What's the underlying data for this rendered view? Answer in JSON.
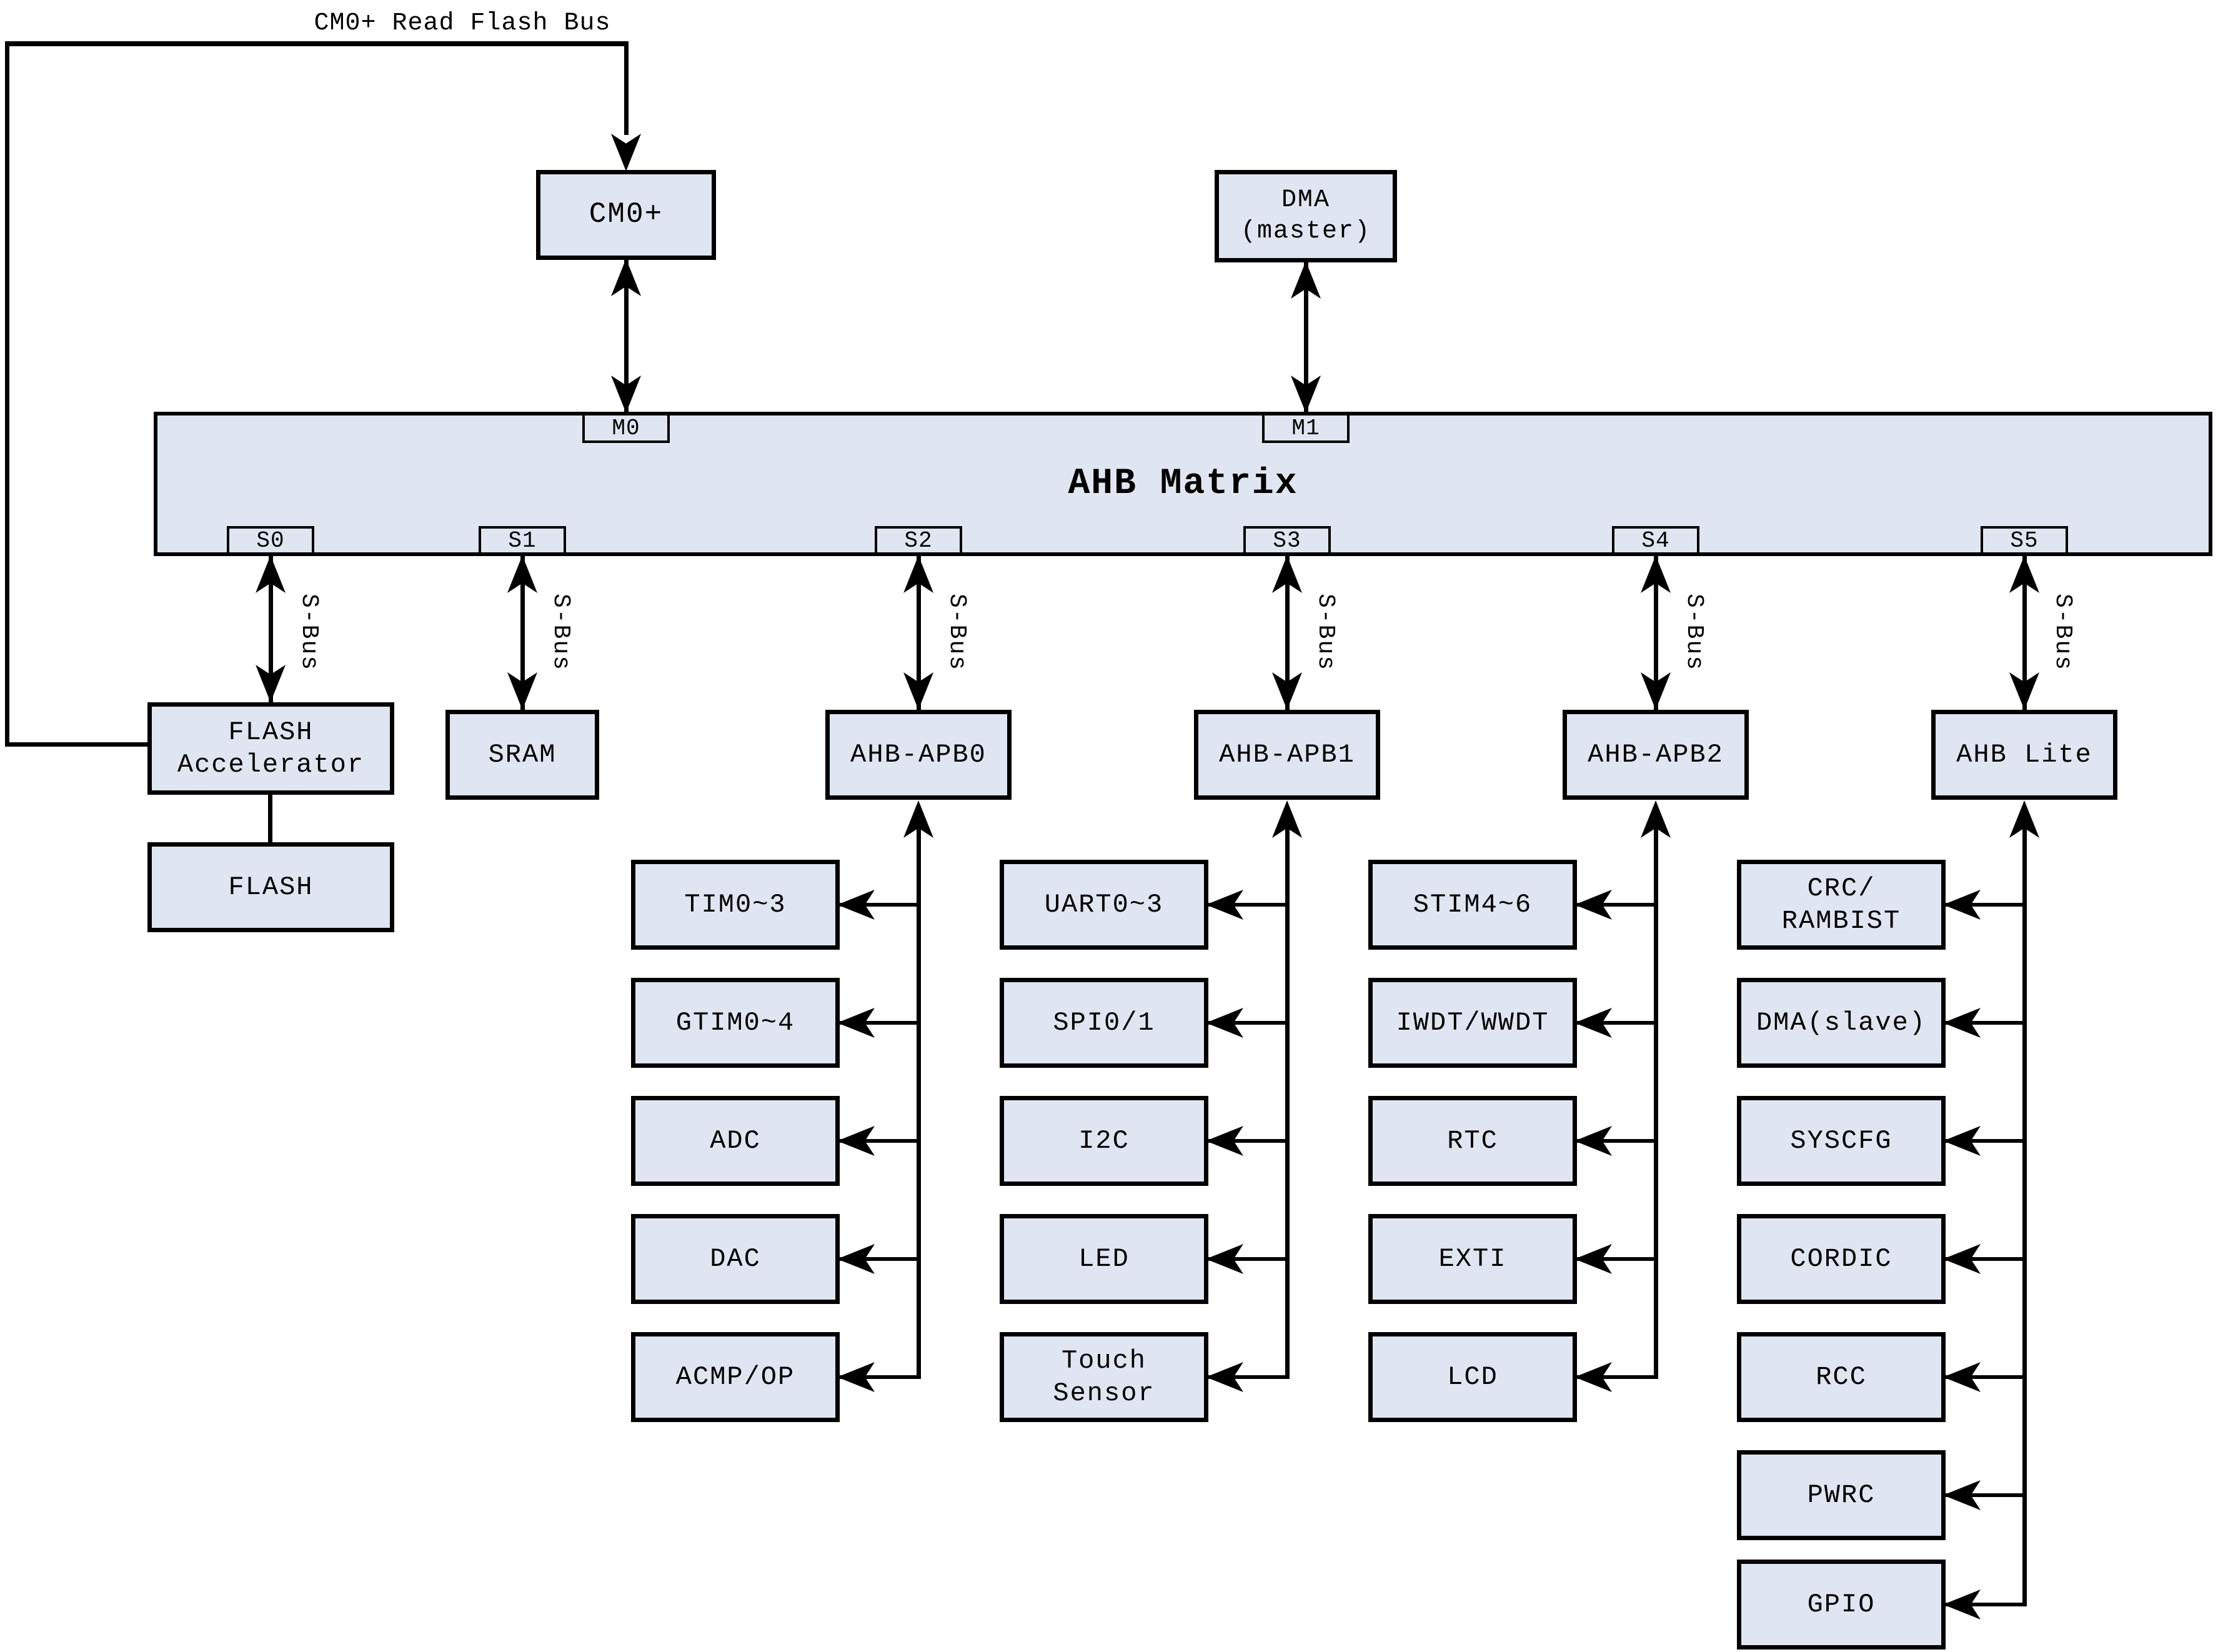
{
  "colors": {
    "box_fill": "#dfe6f1",
    "line": "#000000"
  },
  "top_loop": {
    "label": "CM0+ Read Flash Bus"
  },
  "masters": {
    "cm0_label": "CM0+",
    "dma_label": "DMA\n(master)"
  },
  "matrix": {
    "title": "AHB Matrix",
    "m_ports": [
      "M0",
      "M1"
    ],
    "s_ports": [
      "S0",
      "S1",
      "S2",
      "S3",
      "S4",
      "S5"
    ],
    "sbus_label": "S-Bus"
  },
  "slaves": {
    "flash_accelerator": "FLASH\nAccelerator",
    "flash": "FLASH",
    "sram": "SRAM"
  },
  "bridges": [
    "AHB-APB0",
    "AHB-APB1",
    "AHB-APB2",
    "AHB Lite"
  ],
  "columns": {
    "apb0": [
      "TIM0~3",
      "GTIM0~4",
      "ADC",
      "DAC",
      "ACMP/OP"
    ],
    "apb1": [
      "UART0~3",
      "SPI0/1",
      "I2C",
      "LED",
      "Touch\nSensor"
    ],
    "apb2": [
      "STIM4~6",
      "IWDT/WWDT",
      "RTC",
      "EXTI",
      "LCD"
    ],
    "ahb_lite": [
      "CRC/\nRAMBIST",
      "DMA(slave)",
      "SYSCFG",
      "CORDIC",
      "RCC",
      "PWRC",
      "GPIO"
    ]
  }
}
